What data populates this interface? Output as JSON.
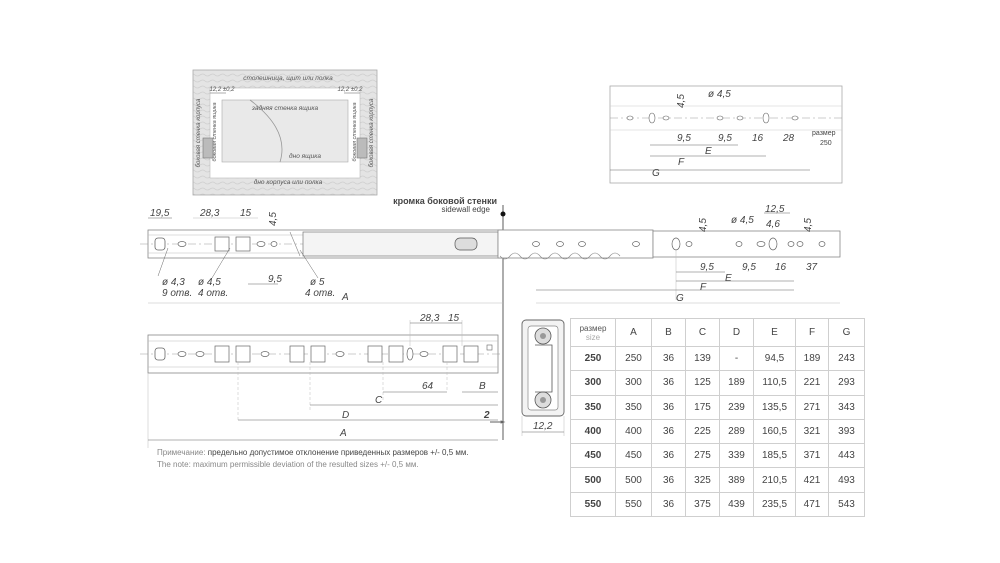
{
  "inset": {
    "top_label": "столешница, щит или полка",
    "bottom_label": "дно корпуса или полка",
    "back_label": "задняя стенка ящика",
    "bottom_box_label": "дно ящика",
    "gap_left": "12,2 ±0,2",
    "gap_right": "12,2 ±0,2",
    "side_wall_left": "боковая стенка корпуса",
    "side_wall_right": "боковая стенка корпуса",
    "box_side_left": "боковая стенка ящика",
    "box_side_right": "боковая стенка ящика"
  },
  "edge": {
    "ru": "кромка боковой стенки",
    "en": "sidewall edge"
  },
  "top_rail": {
    "dims": [
      "19,5",
      "28,3",
      "15",
      "4,5",
      "9,5",
      "A"
    ],
    "hole_notes": [
      {
        "d": "ø 4,3",
        "n": "9 отв."
      },
      {
        "d": "ø 4,5",
        "n": "4 отв."
      },
      {
        "d": "ø 5",
        "n": "4 отв."
      }
    ]
  },
  "right_rail": {
    "dims": [
      "12,5",
      "4,5",
      "4,5",
      "ø 4,5",
      "4,6",
      "9,5",
      "9,5",
      "16",
      "37",
      "E",
      "F",
      "G"
    ]
  },
  "detail": {
    "dims": [
      "4,5",
      "ø 4,5",
      "9,5",
      "9,5",
      "16",
      "28",
      "E",
      "F",
      "G"
    ],
    "size_label": "размер",
    "size_value": "250"
  },
  "bottom_rail": {
    "dims": [
      "28,3",
      "15",
      "64",
      "B",
      "C",
      "D",
      "A",
      "2"
    ]
  },
  "profile": {
    "dim": "12,2"
  },
  "note": {
    "ru_prefix": "Примечание:",
    "ru": "предельно допустимое отклонение приведенных размеров +/- 0,5 мм.",
    "en": "The note: maximum permissible deviation of the resulted sizes +/- 0,5 мм."
  },
  "table": {
    "size_label_ru": "размер",
    "size_label_en": "size",
    "columns": [
      "A",
      "B",
      "C",
      "D",
      "E",
      "F",
      "G"
    ],
    "rows": [
      {
        "size": "250",
        "values": [
          "250",
          "36",
          "139",
          "-",
          "94,5",
          "189",
          "243"
        ]
      },
      {
        "size": "300",
        "values": [
          "300",
          "36",
          "125",
          "189",
          "110,5",
          "221",
          "293"
        ]
      },
      {
        "size": "350",
        "values": [
          "350",
          "36",
          "175",
          "239",
          "135,5",
          "271",
          "343"
        ]
      },
      {
        "size": "400",
        "values": [
          "400",
          "36",
          "225",
          "289",
          "160,5",
          "321",
          "393"
        ]
      },
      {
        "size": "450",
        "values": [
          "450",
          "36",
          "275",
          "339",
          "185,5",
          "371",
          "443"
        ]
      },
      {
        "size": "500",
        "values": [
          "500",
          "36",
          "325",
          "389",
          "210,5",
          "421",
          "493"
        ]
      },
      {
        "size": "550",
        "values": [
          "550",
          "36",
          "375",
          "439",
          "235,5",
          "471",
          "543"
        ]
      }
    ]
  }
}
